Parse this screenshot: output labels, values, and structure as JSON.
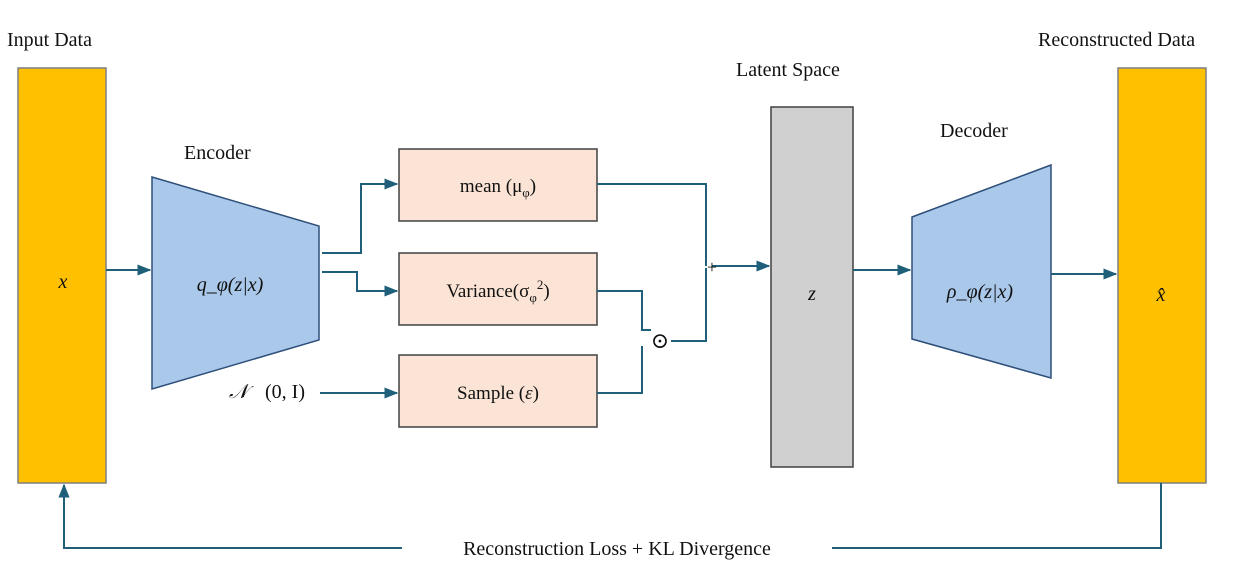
{
  "labels": {
    "input": "Input Data",
    "reconstructed": "Reconstructed Data",
    "latent": "Latent Space",
    "encoder": "Encoder",
    "decoder": "Decoder",
    "loss": "Reconstruction Loss + KL Divergence"
  },
  "nodes": {
    "input_symbol": "x",
    "encoder_symbol": "q_φ(z|x)",
    "latent_symbol": "z",
    "decoder_symbol": "ρ_φ(z|x)",
    "output_symbol": "x̂",
    "mean_label": "mean (μ",
    "mean_sub": "φ",
    "mean_close": ")",
    "variance_label": "Variance(σ",
    "variance_sub": "φ",
    "variance_sup": "2",
    "variance_close": ")",
    "sample_label": "Sample (",
    "sample_eps": "ε",
    "sample_close": ")",
    "noise_symbol": "𝒩",
    "noise_args": "(0, I)",
    "plus_symbol": "+",
    "odot_symbol": "⊙"
  },
  "colors": {
    "data_bar": "#FFC000",
    "data_bar_border": "#7F7F7F",
    "trapezoid": "#A9C8EA",
    "trapezoid_border": "#2E4F7A",
    "param_box": "#FBE4D5",
    "param_box_border": "#404040",
    "latent_box": "#D0D0D0",
    "arrow": "#1F5F7A"
  }
}
